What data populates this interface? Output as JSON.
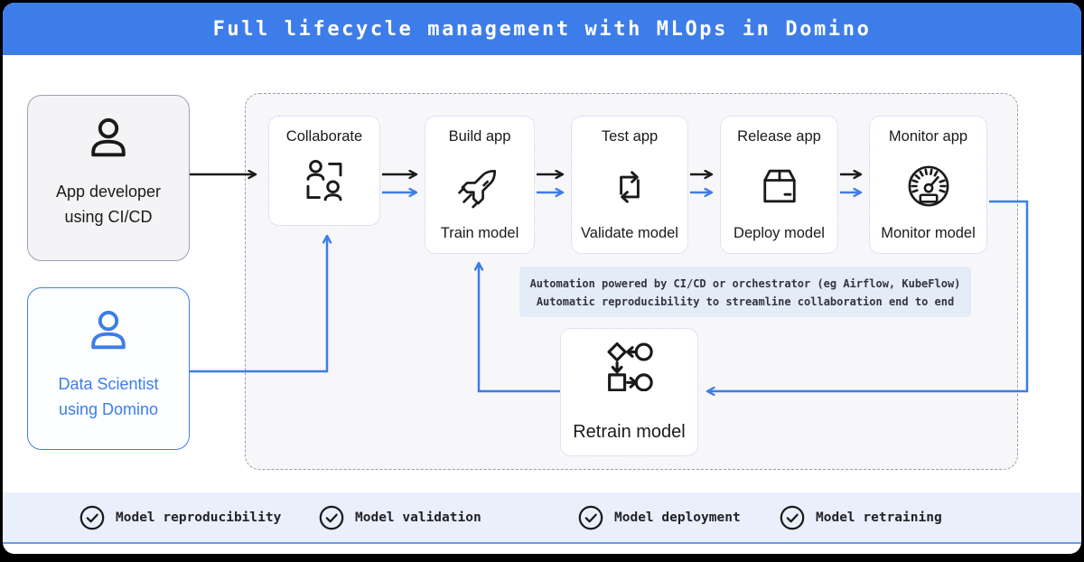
{
  "header": {
    "title": "Full lifecycle management with MLOps in Domino"
  },
  "actors": {
    "app_developer": {
      "line1": "App developer",
      "line2": "using CI/CD",
      "icon": "person-icon"
    },
    "data_scientist": {
      "line1": "Data Scientist",
      "line2": "using Domino",
      "icon": "person-icon"
    }
  },
  "pipeline": {
    "stages": [
      {
        "top_label": "Collaborate",
        "bottom_label": "",
        "icon": "collaborate-icon"
      },
      {
        "top_label": "Build app",
        "bottom_label": "Train model",
        "icon": "rocket-icon"
      },
      {
        "top_label": "Test app",
        "bottom_label": "Validate model",
        "icon": "cycle-icon"
      },
      {
        "top_label": "Release app",
        "bottom_label": "Deploy model",
        "icon": "package-icon"
      },
      {
        "top_label": "Monitor app",
        "bottom_label": "Monitor model",
        "icon": "gauge-icon"
      }
    ],
    "note_line1": "Automation powered by CI/CD or orchestrator (eg Airflow, KubeFlow)",
    "note_line2": "Automatic reproducibility to streamline collaboration end to end",
    "retrain": {
      "label": "Retrain model",
      "icon": "workflow-icon"
    }
  },
  "footer": {
    "items": [
      {
        "label": "Model reproducibility"
      },
      {
        "label": "Model validation"
      },
      {
        "label": "Model deployment"
      },
      {
        "label": "Model retraining"
      }
    ]
  },
  "colors": {
    "header_blue": "#3d7de9",
    "accent_blue": "#3d7de9",
    "arrow_black": "#1a1a1a",
    "note_bg": "#e4ecf8",
    "footer_bg": "#e9effb",
    "container_bg": "#f7f7f9"
  }
}
